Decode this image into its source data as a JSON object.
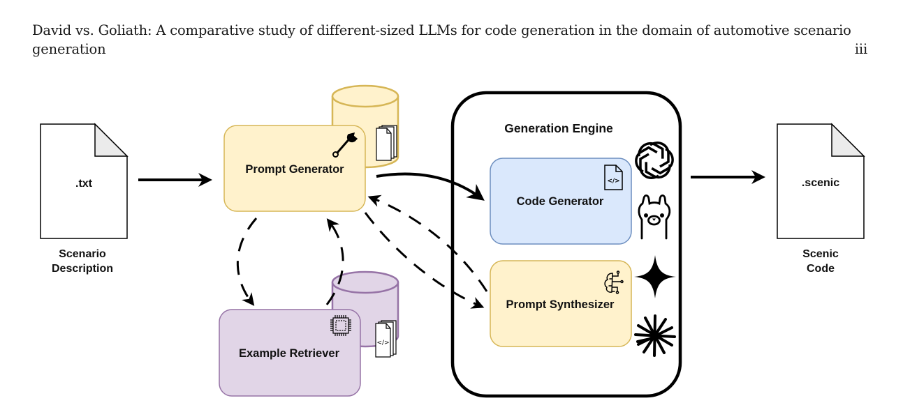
{
  "header": {
    "title_line1": "David vs. Goliath: A comparative study of different-sized LLMs for code generation in the domain of automotive scenario",
    "title_line2": "generation",
    "page_number": "iii"
  },
  "diagram": {
    "input_file": {
      "extension": ".txt",
      "caption_line1": "Scenario",
      "caption_line2": "Description",
      "icon": "document-icon"
    },
    "output_file": {
      "extension": ".scenic",
      "caption_line1": "Scenic",
      "caption_line2": "Code",
      "icon": "document-icon"
    },
    "prompt_generator": {
      "label": "Prompt Generator",
      "icon": "wrench-icon",
      "fill": "#fff2cc",
      "stroke": "#d6b656",
      "database_icon": "database-icon",
      "documents_icon": "documents-stack-icon"
    },
    "example_retriever": {
      "label": "Example Retriever",
      "icon": "chip-icon",
      "fill": "#e1d5e7",
      "stroke": "#9673a6",
      "database_icon": "database-icon",
      "documents_icon": "code-documents-stack-icon",
      "documents_glyph": "</>"
    },
    "generation_engine": {
      "title": "Generation Engine",
      "code_generator": {
        "label": "Code Generator",
        "icon": "code-file-icon",
        "icon_glyph": "</>",
        "fill": "#dae8fc",
        "stroke": "#6c8ebf"
      },
      "prompt_synthesizer": {
        "label": "Prompt Synthesizer",
        "icon": "brain-circuit-icon",
        "fill": "#fff2cc",
        "stroke": "#d6b656"
      },
      "model_logos": [
        "openai-logo-icon",
        "ollama-llama-icon",
        "gemini-sparkle-icon",
        "claude-starburst-icon"
      ]
    },
    "edges": [
      {
        "from": "input_file",
        "to": "prompt_generator",
        "style": "solid"
      },
      {
        "from": "prompt_generator",
        "to": "code_generator",
        "style": "solid"
      },
      {
        "from": "generation_engine",
        "to": "output_file",
        "style": "solid"
      },
      {
        "from": "prompt_generator",
        "to": "example_retriever",
        "style": "dashed"
      },
      {
        "from": "example_retriever",
        "to": "prompt_generator",
        "style": "dashed"
      },
      {
        "from": "prompt_generator",
        "to": "prompt_synthesizer",
        "style": "dashed"
      },
      {
        "from": "prompt_synthesizer",
        "to": "prompt_generator",
        "style": "dashed"
      }
    ]
  }
}
